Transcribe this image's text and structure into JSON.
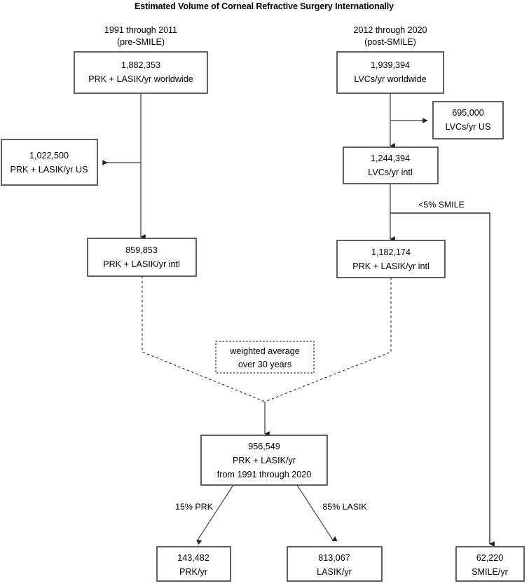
{
  "title": "Estimated Volume of Corneal Refractive Surgery Internationally",
  "columns": {
    "left": {
      "period": "1991 through 2011",
      "phase": "(pre-SMILE)"
    },
    "right": {
      "period": "2012 through 2020",
      "phase": "(post-SMILE)"
    }
  },
  "nodes": {
    "pre_worldwide": {
      "value": "1,882,353",
      "label": "PRK + LASIK/yr worldwide"
    },
    "pre_us": {
      "value": "1,022,500",
      "label": "PRK + LASIK/yr US"
    },
    "pre_intl": {
      "value": "859,853",
      "label": "PRK + LASIK/yr intl"
    },
    "post_worldwide": {
      "value": "1,939,394",
      "label": "LVCs/yr worldwide"
    },
    "post_us": {
      "value": "695,000",
      "label": "LVCs/yr US"
    },
    "post_intl_lvc": {
      "value": "1,244,394",
      "label": "LVCs/yr intl"
    },
    "post_intl_prk_lasik": {
      "value": "1,182,174",
      "label": "PRK + LASIK/yr intl"
    },
    "weighted_note": {
      "line1": "weighted average",
      "line2": "over 30 years"
    },
    "combined": {
      "value": "956,549",
      "label1": "PRK + LASIK/yr",
      "label2": "from 1991 through 2020"
    },
    "prk_out": {
      "value": "143,482",
      "label": "PRK/yr"
    },
    "lasik_out": {
      "value": "813,067",
      "label": "LASIK/yr"
    },
    "smile_out": {
      "value": "62,220",
      "label": "SMILE/yr"
    }
  },
  "edge_labels": {
    "smile_share": "<5% SMILE",
    "prk_share": "15% PRK",
    "lasik_share": "85% LASIK"
  },
  "chart_data": {
    "type": "diagram",
    "title": "Estimated Volume of Corneal Refractive Surgery Internationally",
    "nodes": [
      {
        "id": "pre_worldwide",
        "value": 1882353,
        "label": "PRK + LASIK/yr worldwide",
        "group": "1991 through 2011 (pre-SMILE)"
      },
      {
        "id": "pre_us",
        "value": 1022500,
        "label": "PRK + LASIK/yr US",
        "group": "1991 through 2011 (pre-SMILE)"
      },
      {
        "id": "pre_intl",
        "value": 859853,
        "label": "PRK + LASIK/yr intl",
        "group": "1991 through 2011 (pre-SMILE)"
      },
      {
        "id": "post_worldwide",
        "value": 1939394,
        "label": "LVCs/yr worldwide",
        "group": "2012 through 2020 (post-SMILE)"
      },
      {
        "id": "post_us",
        "value": 695000,
        "label": "LVCs/yr US",
        "group": "2012 through 2020 (post-SMILE)"
      },
      {
        "id": "post_intl_lvc",
        "value": 1244394,
        "label": "LVCs/yr intl",
        "group": "2012 through 2020 (post-SMILE)"
      },
      {
        "id": "post_intl_prk_lasik",
        "value": 1182174,
        "label": "PRK + LASIK/yr intl",
        "group": "2012 through 2020 (post-SMILE)"
      },
      {
        "id": "combined",
        "value": 956549,
        "label": "PRK + LASIK/yr from 1991 through 2020",
        "group": "combined"
      },
      {
        "id": "prk_out",
        "value": 143482,
        "label": "PRK/yr",
        "group": "outcome"
      },
      {
        "id": "lasik_out",
        "value": 813067,
        "label": "LASIK/yr",
        "group": "outcome"
      },
      {
        "id": "smile_out",
        "value": 62220,
        "label": "SMILE/yr",
        "group": "outcome"
      }
    ],
    "edges": [
      {
        "from": "pre_worldwide",
        "to": "pre_us",
        "label": ""
      },
      {
        "from": "pre_worldwide",
        "to": "pre_intl",
        "label": ""
      },
      {
        "from": "post_worldwide",
        "to": "post_us",
        "label": ""
      },
      {
        "from": "post_worldwide",
        "to": "post_intl_lvc",
        "label": ""
      },
      {
        "from": "post_intl_lvc",
        "to": "post_intl_prk_lasik",
        "label": ""
      },
      {
        "from": "post_intl_lvc",
        "to": "smile_out",
        "label": "<5% SMILE"
      },
      {
        "from": "pre_intl",
        "to": "combined",
        "label": "weighted average over 30 years"
      },
      {
        "from": "post_intl_prk_lasik",
        "to": "combined",
        "label": "weighted average over 30 years"
      },
      {
        "from": "combined",
        "to": "prk_out",
        "label": "15% PRK"
      },
      {
        "from": "combined",
        "to": "lasik_out",
        "label": "85% LASIK"
      }
    ]
  }
}
